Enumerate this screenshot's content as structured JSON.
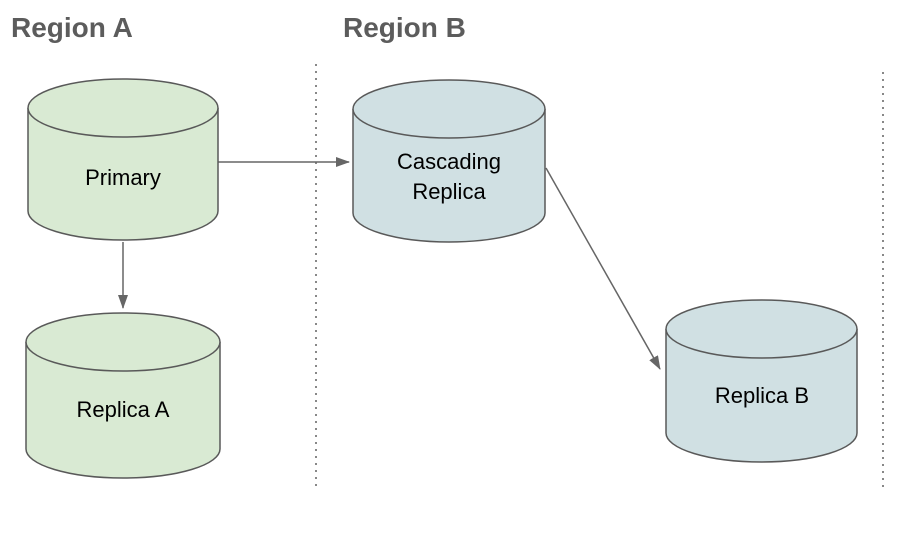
{
  "regions": [
    {
      "title": "Region A",
      "nodes": [
        {
          "label": "Primary",
          "shape": "database-cylinder",
          "fill": "#d9ead3"
        },
        {
          "label": "Replica A",
          "shape": "database-cylinder",
          "fill": "#d9ead3"
        }
      ]
    },
    {
      "title": "Region B",
      "nodes": [
        {
          "label": "Cascading Replica",
          "shape": "database-cylinder",
          "fill": "#d0e0e3"
        },
        {
          "label": "Replica B",
          "shape": "database-cylinder",
          "fill": "#d0e0e3"
        }
      ]
    }
  ],
  "edges": [
    {
      "from": "Primary",
      "to": "Cascading Replica",
      "style": "solid-arrow"
    },
    {
      "from": "Primary",
      "to": "Replica A",
      "style": "solid-arrow"
    },
    {
      "from": "Cascading Replica",
      "to": "Replica B",
      "style": "solid-arrow"
    }
  ],
  "dividers": [
    {
      "name": "region-a-b-boundary",
      "style": "dotted-vertical"
    },
    {
      "name": "region-b-right-edge",
      "style": "dotted-vertical"
    }
  ],
  "colors": {
    "region_a_node_fill": "#d9ead3",
    "region_b_node_fill": "#d0e0e3",
    "node_stroke": "#595959",
    "arrow_stroke": "#666666",
    "divider_stroke": "#888888",
    "title_text": "#5c5c5c",
    "label_text": "#000000",
    "background": "#ffffff"
  }
}
